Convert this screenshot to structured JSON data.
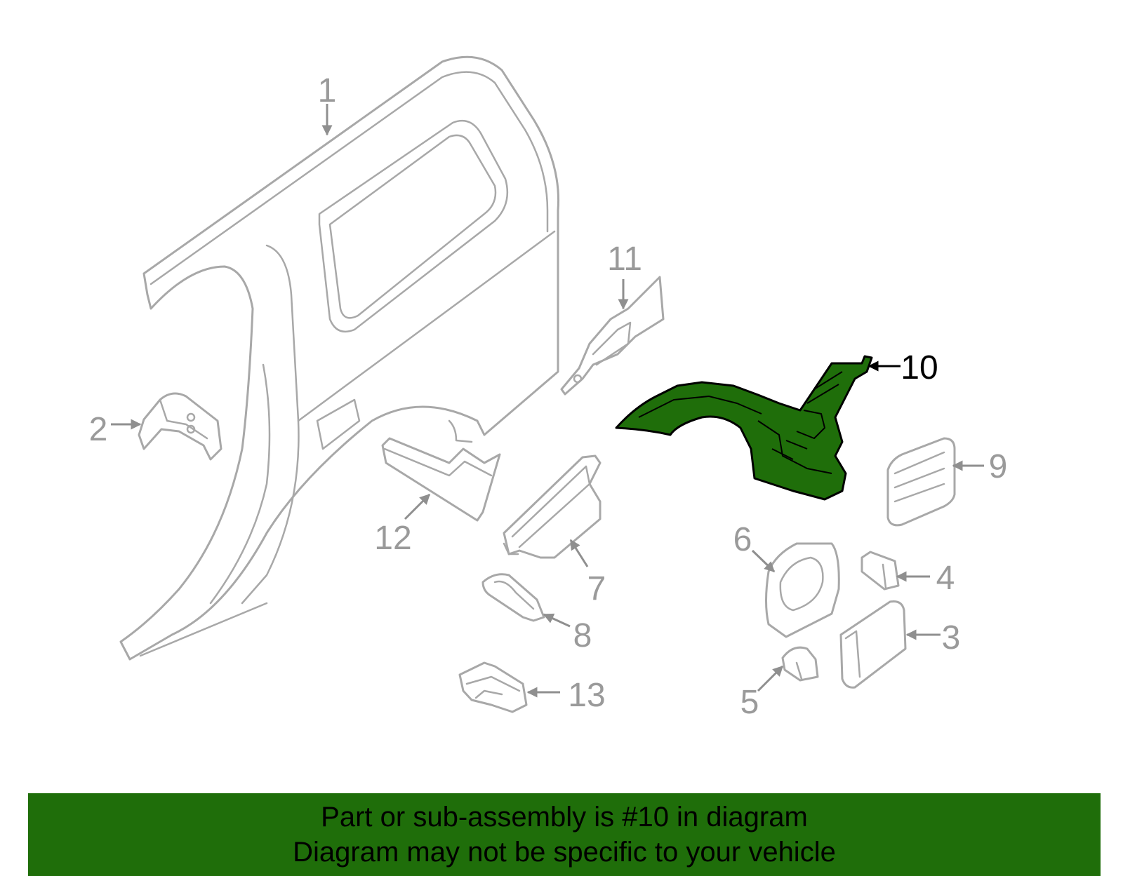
{
  "diagram": {
    "highlight_color": "#1f6e0a",
    "part_outline_color": "#a8a8a8",
    "highlighted_part": "10",
    "callouts": [
      {
        "id": "1",
        "label": "1",
        "highlighted": false
      },
      {
        "id": "2",
        "label": "2",
        "highlighted": false
      },
      {
        "id": "3",
        "label": "3",
        "highlighted": false
      },
      {
        "id": "4",
        "label": "4",
        "highlighted": false
      },
      {
        "id": "5",
        "label": "5",
        "highlighted": false
      },
      {
        "id": "6",
        "label": "6",
        "highlighted": false
      },
      {
        "id": "7",
        "label": "7",
        "highlighted": false
      },
      {
        "id": "8",
        "label": "8",
        "highlighted": false
      },
      {
        "id": "9",
        "label": "9",
        "highlighted": false
      },
      {
        "id": "10",
        "label": "10",
        "highlighted": true
      },
      {
        "id": "11",
        "label": "11",
        "highlighted": false
      },
      {
        "id": "12",
        "label": "12",
        "highlighted": false
      },
      {
        "id": "13",
        "label": "13",
        "highlighted": false
      }
    ]
  },
  "banner": {
    "background_color": "#1f6e0a",
    "line1": "Part or sub-assembly is #10 in diagram",
    "line2": "Diagram may not be specific to your vehicle"
  }
}
